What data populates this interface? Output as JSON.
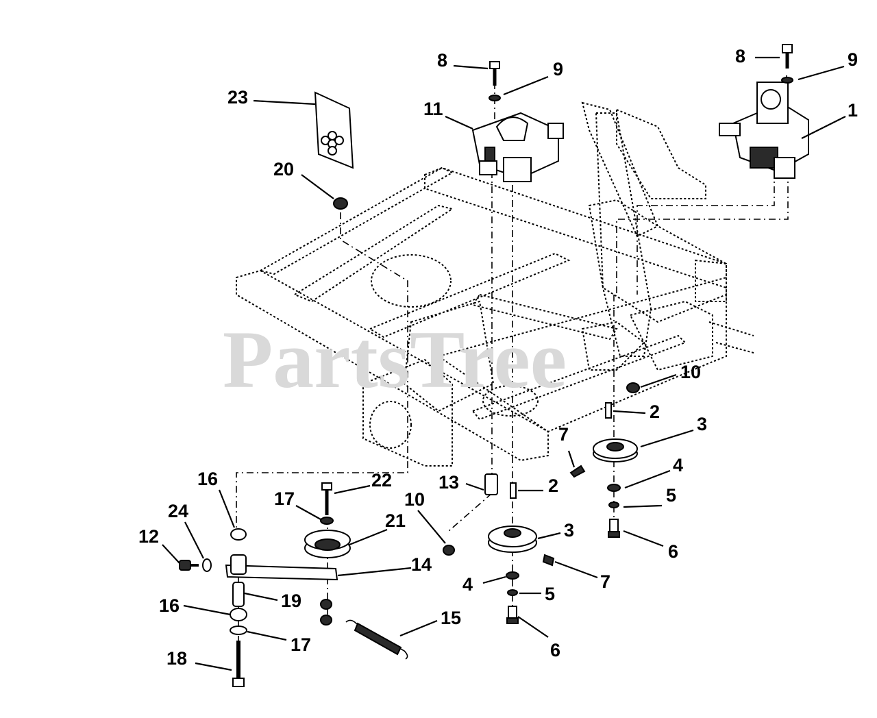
{
  "watermark": "PartsTree",
  "callouts": [
    {
      "id": "c8a",
      "label": "8"
    },
    {
      "id": "c9a",
      "label": "9"
    },
    {
      "id": "c8b",
      "label": "8"
    },
    {
      "id": "c9b",
      "label": "9"
    },
    {
      "id": "c1",
      "label": "1"
    },
    {
      "id": "c23",
      "label": "23"
    },
    {
      "id": "c11",
      "label": "11"
    },
    {
      "id": "c20",
      "label": "20"
    },
    {
      "id": "c10a",
      "label": "10"
    },
    {
      "id": "c2a",
      "label": "2"
    },
    {
      "id": "c3a",
      "label": "3"
    },
    {
      "id": "c7a",
      "label": "7"
    },
    {
      "id": "c4a",
      "label": "4"
    },
    {
      "id": "c5a",
      "label": "5"
    },
    {
      "id": "c6a",
      "label": "6"
    },
    {
      "id": "c16a",
      "label": "16"
    },
    {
      "id": "c22",
      "label": "22"
    },
    {
      "id": "c13",
      "label": "13"
    },
    {
      "id": "c2b",
      "label": "2"
    },
    {
      "id": "c24",
      "label": "24"
    },
    {
      "id": "c17a",
      "label": "17"
    },
    {
      "id": "c10b",
      "label": "10"
    },
    {
      "id": "c21",
      "label": "21"
    },
    {
      "id": "c3b",
      "label": "3"
    },
    {
      "id": "c12",
      "label": "12"
    },
    {
      "id": "c14",
      "label": "14"
    },
    {
      "id": "c7b",
      "label": "7"
    },
    {
      "id": "c4b",
      "label": "4"
    },
    {
      "id": "c5b",
      "label": "5"
    },
    {
      "id": "c16b",
      "label": "16"
    },
    {
      "id": "c19",
      "label": "19"
    },
    {
      "id": "c17b",
      "label": "17"
    },
    {
      "id": "c15",
      "label": "15"
    },
    {
      "id": "c6b",
      "label": "6"
    },
    {
      "id": "c18",
      "label": "18"
    }
  ]
}
